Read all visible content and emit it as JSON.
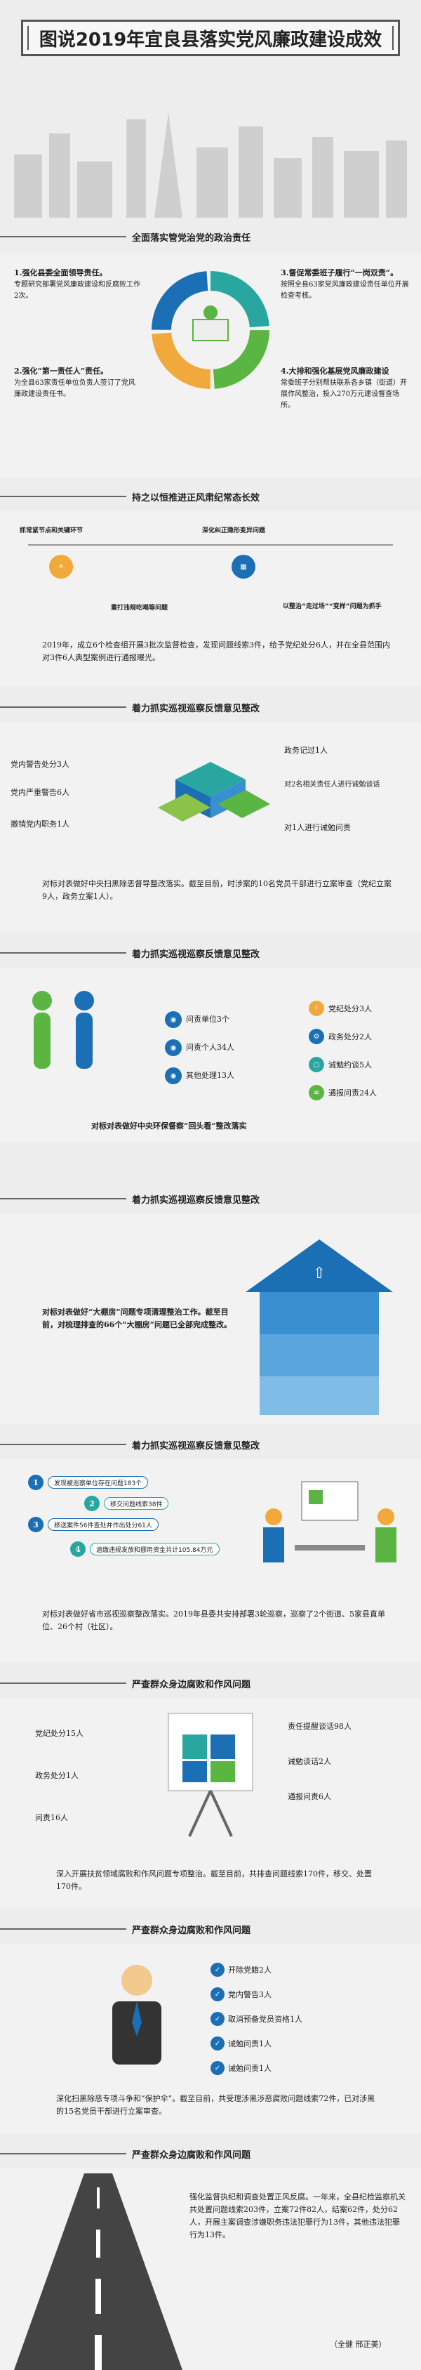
{
  "header": {
    "title": "图说2019年宜良县落实党风廉政建设成效"
  },
  "s1": {
    "heading": "全面落实管党治党的政治责任",
    "item1_title": "1.强化县委全面领导责任。",
    "item1_body": "专题研究部署党风廉政建设和反腐败工作2次。",
    "item2_title": "2.强化“第一责任人”责任。",
    "item2_body": "为全县63家责任单位负责人签订了党风廉政建设责任书。",
    "item3_title": "3.督促常委班子履行“一岗双责”。",
    "item3_body": "按照全县63家党风廉政建设责任单位开展检查考核。",
    "item4_title": "4.大排和强化基层党风廉政建设",
    "item4_body": "常委班子分别帮扶联系各乡镇（街道）开展作风整治，投入270万元建设督查场所。"
  },
  "s2": {
    "heading": "持之以恒推进正风肃纪常态长效",
    "chip1": "抓常紧节点和关键环节",
    "chip2": "深化纠正隐形变异问题",
    "chip3": "重打违规吃喝等问题",
    "chip4": "以整治“走过场”“变样”问题为抓手",
    "summary": "2019年，成立6个检查组开展3批次监督检查，发现问题线索3件，给予党纪处分6人，并在全县范围内对3件6人典型案例进行通报曝光。"
  },
  "s3": {
    "heading": "着力抓实巡视巡察反馈意见整改",
    "left1": "党内警告处分3人",
    "left2": "党内严重警告6人",
    "left3": "撤销党内职务1人",
    "right1": "政务记过1人",
    "right2": "对2名相关责任人进行诫勉谈话",
    "right3": "对1人进行诫勉问责",
    "summary": "对标对表做好中央扫黑除恶督导整改落实。截至目前，时涉案的10名党员干部进行立案审查（党纪立案9人，政务立案1人）。"
  },
  "s4": {
    "heading": "着力抓实巡视巡察反馈意见整改",
    "mid1": "问责单位3个",
    "mid2": "问责个人34人",
    "mid3": "其他处理13人",
    "r1": "党纪处分3人",
    "r2": "政务处分2人",
    "r3": "诫勉约谈5人",
    "r4": "通报问责24人",
    "summary": "对标对表做好中央环保督察“回头看”整改落实"
  },
  "s5": {
    "heading": "着力抓实巡视巡察反馈意见整改",
    "summary": "对标对表做好“大棚房”问题专项清理整治工作。截至目前，对梳理排查的66个“大棚房”问题已全部完成整改。"
  },
  "s6": {
    "heading": "着力抓实巡视巡察反馈意见整改",
    "step1": "发现被巡察单位存在问题183个",
    "step2": "移交问题线索38件",
    "step3": "移送案件56件查处并作出处分61人",
    "step4": "追缴违规发放和挪用资金共计105.84万元",
    "summary": "对标对表做好省市巡视巡察整改落实。2019年县委共安排部署3轮巡察，巡察了2个街道、5家县直单位、26个村（社区）。"
  },
  "s7": {
    "heading": "严查群众身边腐败和作风问题",
    "l1": "党纪处分15人",
    "l2": "政务处分1人",
    "l3": "问责16人",
    "r1": "责任提醒谈话98人",
    "r2": "诫勉谈话2人",
    "r3": "通报问责6人",
    "summary": "深入开展扶贫领域腐败和作风问题专项整治。截至目前，共排查问题线索170件，移交、处置170件。"
  },
  "s8": {
    "heading": "严查群众身边腐败和作风问题",
    "r1": "开除党籍2人",
    "r2": "党内警告3人",
    "r3": "取消预备党员资格1人",
    "r4": "诫勉问责1人",
    "r5": "诫勉问责1人",
    "summary": "深化扫黑除恶专项斗争和“保护伞”。截至目前，共受理涉黑涉恶腐败问题线索72件，已对涉黑的15名党员干部进行立案审查。"
  },
  "s9": {
    "heading": "严查群众身边腐败和作风问题",
    "summary": "强化监督执纪和调查处置正风反腐。一年来，全县纪检监察机关共处置问题线索203件，立案72件82人，结案62件，处分62人，开展主案调查涉嫌职务违法犯罪行为13件，其他违法犯罪行为13件。",
    "author": "（全健 邢正美）"
  },
  "colors": {
    "blue": "#1a6fb5",
    "green": "#5bb543",
    "orange": "#f2a93b",
    "teal": "#2aa6a0"
  }
}
